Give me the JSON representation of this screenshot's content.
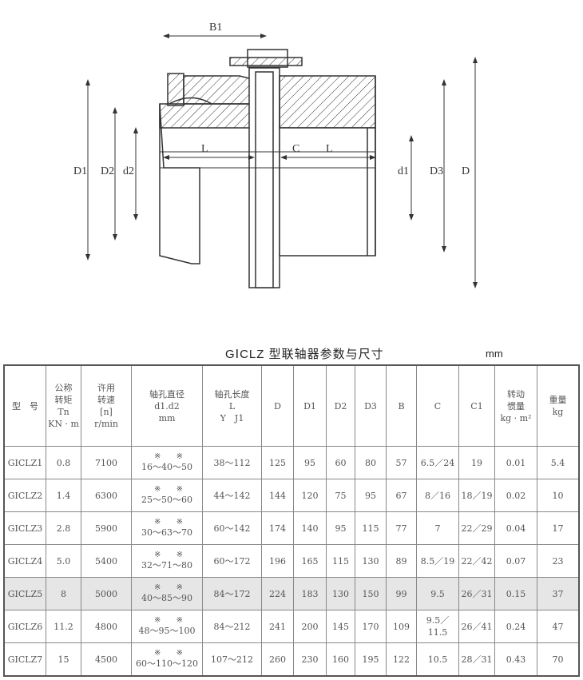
{
  "drawing": {
    "labels": {
      "B1": "B1",
      "D1": "D1",
      "D2": "D2",
      "d2": "d2",
      "L_left": "L",
      "C": "C",
      "L_right": "L",
      "d1": "d1",
      "D3": "D3",
      "D": "D"
    }
  },
  "table": {
    "title": "GⅠCLZ 型联轴器参数与尺寸",
    "unit": "mm",
    "headers": [
      [
        "型　号"
      ],
      [
        "公称",
        "转矩",
        "Tn",
        "KN · m"
      ],
      [
        "许用",
        "转速",
        "[n]",
        "r/min"
      ],
      [
        "轴孔直径",
        "d1.d2",
        "mm"
      ],
      [
        "轴孔长度",
        "L",
        "Y　J1"
      ],
      [
        "D"
      ],
      [
        "D1"
      ],
      [
        "D2"
      ],
      [
        "D3"
      ],
      [
        "B"
      ],
      [
        "C"
      ],
      [
        "C1"
      ],
      [
        "转动",
        "惯量",
        "kg · m²"
      ],
      [
        "重量",
        "kg"
      ]
    ],
    "star_mark": "※ ※",
    "rows": [
      [
        "GⅠCLZ1",
        "0.8",
        "7100",
        "16～40～50",
        "38～112",
        "125",
        "95",
        "60",
        "80",
        "57",
        "6.5／24",
        "19",
        "0.01",
        "5.4"
      ],
      [
        "GⅠCLZ2",
        "1.4",
        "6300",
        "25～50～60",
        "44～142",
        "144",
        "120",
        "75",
        "95",
        "67",
        "8／16",
        "18／19",
        "0.02",
        "10"
      ],
      [
        "GⅠCLZ3",
        "2.8",
        "5900",
        "30～63～70",
        "60～142",
        "174",
        "140",
        "95",
        "115",
        "77",
        "7",
        "22／29",
        "0.04",
        "17"
      ],
      [
        "GⅠCLZ4",
        "5.0",
        "5400",
        "32～71～80",
        "60～172",
        "196",
        "165",
        "115",
        "130",
        "89",
        "8.5／19",
        "22／42",
        "0.07",
        "23"
      ],
      [
        "GⅠCLZ5",
        "8",
        "5000",
        "40～85～90",
        "84～172",
        "224",
        "183",
        "130",
        "150",
        "99",
        "9.5",
        "26／31",
        "0.15",
        "37"
      ],
      [
        "GⅠCLZ6",
        "11.2",
        "4800",
        "48～95～100",
        "84～212",
        "241",
        "200",
        "145",
        "170",
        "109",
        "9.5／11.5",
        "26／41",
        "0.24",
        "47"
      ],
      [
        "GⅠCLZ7",
        "15",
        "4500",
        "60～110～120",
        "107～212",
        "260",
        "230",
        "160",
        "195",
        "122",
        "10.5",
        "28／31",
        "0.43",
        "70"
      ]
    ]
  }
}
